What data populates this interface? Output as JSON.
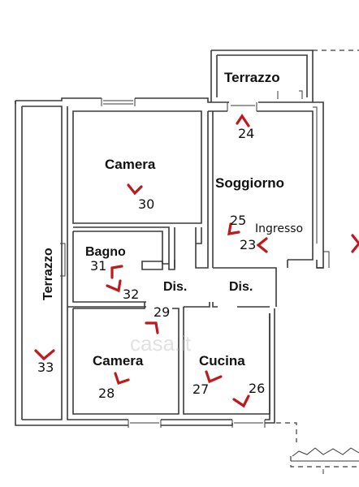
{
  "rooms": {
    "terrazzo_top": "Terrazzo",
    "terrazzo_left": "Terrazzo",
    "camera_top": "Camera",
    "soggiorno": "Soggiorno",
    "ingresso": "Ingresso",
    "bagno": "Bagno",
    "dis_left": "Dis.",
    "dis_right": "Dis.",
    "camera_bottom": "Camera",
    "cucina": "Cucina"
  },
  "views": {
    "v24": "24",
    "v25": "25",
    "v23": "23",
    "v30": "30",
    "v31": "31",
    "v32": "32",
    "v29": "29",
    "v33": "33",
    "v28": "28",
    "v27": "27",
    "v26": "26"
  },
  "watermark": "casa.it",
  "colors": {
    "marker": "#c0181b",
    "wall": "#3a3a3a"
  }
}
